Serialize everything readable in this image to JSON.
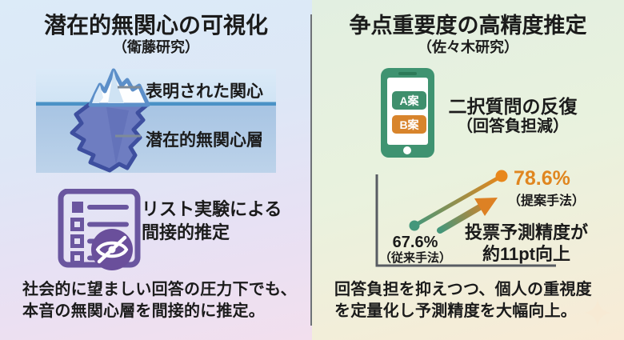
{
  "left_panel": {
    "title": "潜在的無関心の可視化",
    "subtitle": "（衛藤研究）",
    "iceberg_labels": {
      "above": "表明された関心",
      "below": "潜在的無関心層"
    },
    "method": {
      "line1": "リスト実験による",
      "line2": "間接的推定"
    },
    "summary": {
      "line1": "社会的に望ましい回答の圧力下でも、",
      "line2": "本音の無関心層を間接的に推定。"
    }
  },
  "right_panel": {
    "title": "争点重要度の高精度推定",
    "subtitle": "（佐々木研究）",
    "phone": {
      "option_a": "A案",
      "option_b": "B案"
    },
    "method": {
      "line1": "二択質問の反復",
      "line2": "（回答負担減）"
    },
    "chart_labels": {
      "baseline_value": "67.6%",
      "baseline_caption": "（従来手法）",
      "proposed_value": "78.6%",
      "proposed_caption": "（提案手法）",
      "annotation_line1": "投票予測精度が",
      "annotation_line2": "約11pt向上"
    },
    "summary": {
      "line1": "回答負担を抑えつつ、個人の重視度",
      "line2": "を定量化し予測精度を大幅向上。"
    }
  },
  "chart_data": {
    "type": "line",
    "categories": [
      "従来手法",
      "提案手法"
    ],
    "values": [
      67.6,
      78.6
    ],
    "unit": "%",
    "title": "",
    "annotation": "投票予測精度が約11pt向上",
    "improvement_pt": 11,
    "legend_position": "inline-labels",
    "grid": false,
    "colors": {
      "baseline": "#44977b",
      "proposed": "#e8871b"
    }
  },
  "colors": {
    "accent_orange": "#e0861f",
    "accent_green": "#3f9371",
    "accent_purple": "#6a569f",
    "iceberg_underwater": "#6e7dc1",
    "water": "#aecae6",
    "waterline": "#4a92c6"
  }
}
